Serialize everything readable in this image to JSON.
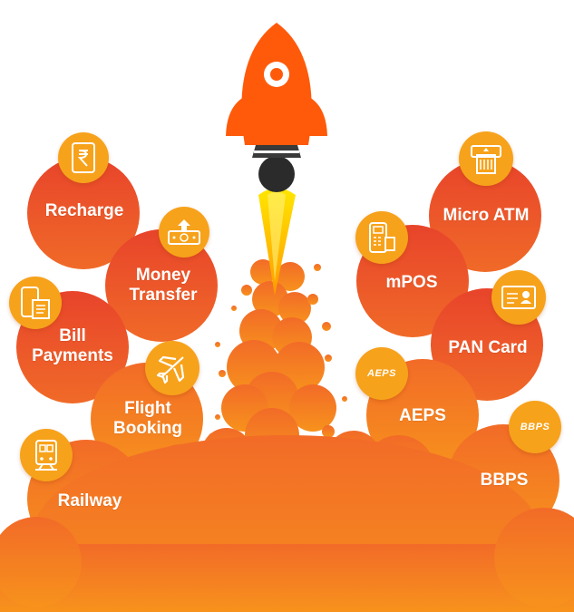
{
  "services": {
    "recharge": "Recharge",
    "money_transfer_line1": "Money",
    "money_transfer_line2": "Transfer",
    "bill_payments_line1": "Bill",
    "bill_payments_line2": "Payments",
    "flight_booking_line1": "Flight",
    "flight_booking_line2": "Booking",
    "railway": "Railway",
    "micro_atm": "Micro ATM",
    "mpos": "mPOS",
    "pan_card": "PAN Card",
    "aeps": "AEPS",
    "bbps": "BBPS"
  },
  "badges": {
    "aeps_logo": "AEPS",
    "bbps_logo": "BBPS"
  },
  "colors": {
    "bubble_red": "#e8442b",
    "bubble_orange": "#f26a2a",
    "cloud_orange": "#f5821f",
    "badge_yellow": "#f7a21b",
    "rocket_orange": "#ff5a0a",
    "flame_yellow": "#ffd400"
  },
  "icons": [
    "phone-rupee-icon",
    "cash-upload-icon",
    "mobile-bill-icon",
    "airplane-icon",
    "train-icon",
    "atm-card-icon",
    "pos-terminal-icon",
    "id-card-icon",
    "aeps-logo-icon",
    "bbps-logo-icon",
    "rocket-icon"
  ]
}
